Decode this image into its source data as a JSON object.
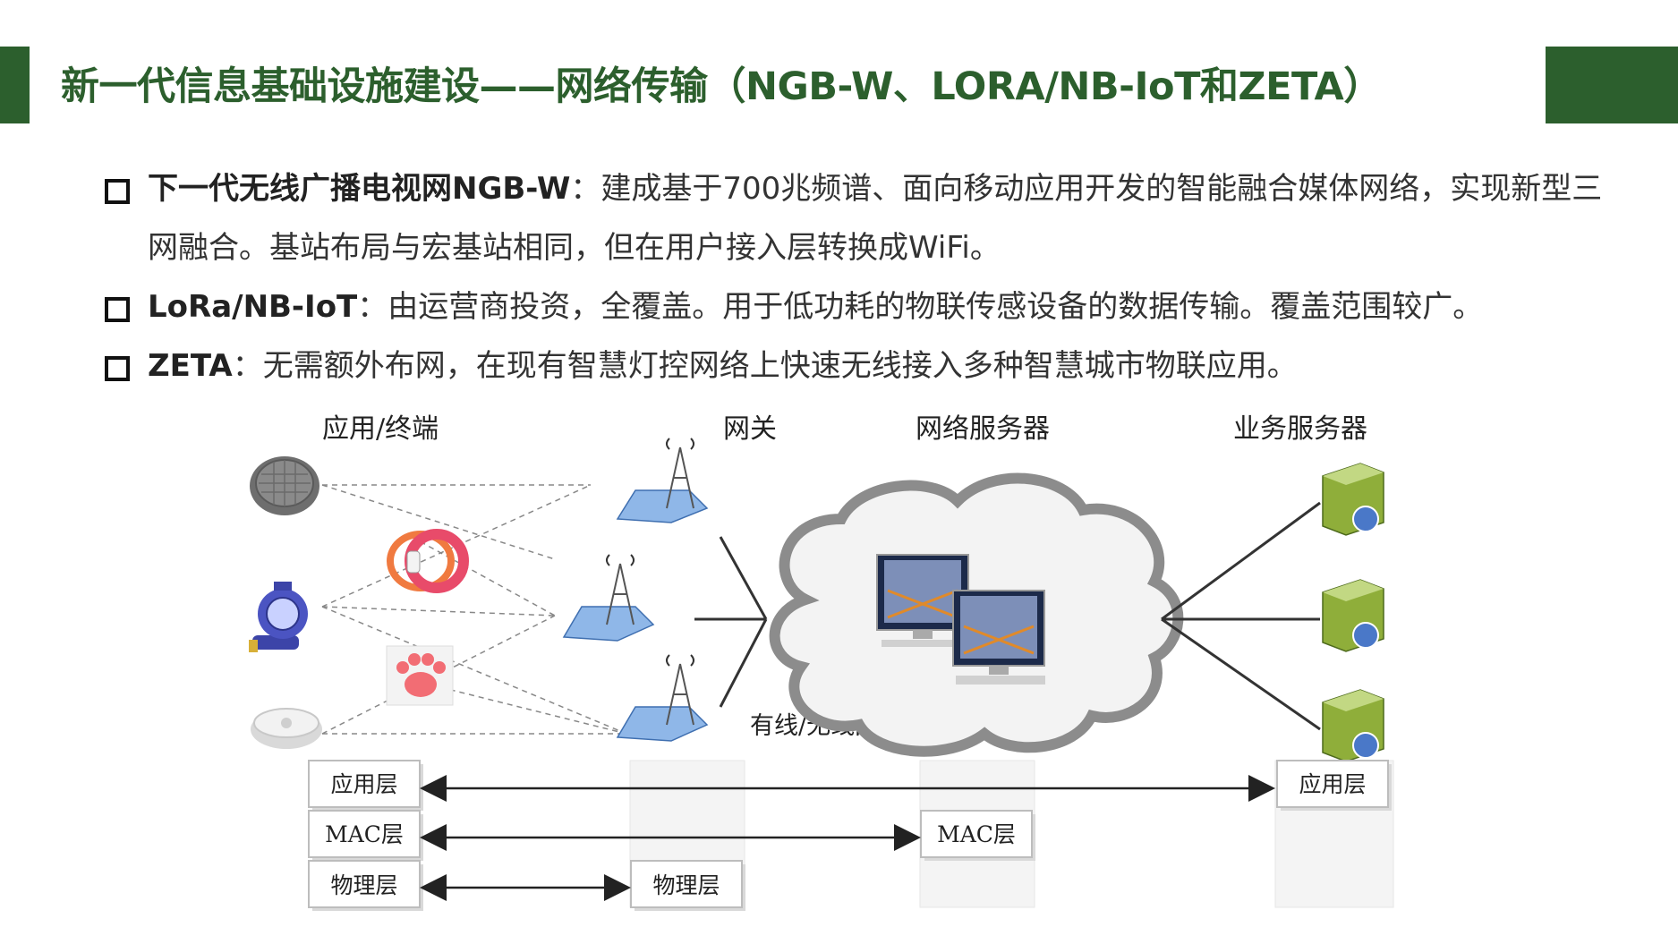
{
  "title": "新一代信息基础设施建设——网络传输（NGB-W、LORA/NB-IoT和ZETA）",
  "bullets": [
    {
      "term": "下一代无线广播电视网NGB-W",
      "sep": "：",
      "text": "建成基于700兆频谱、面向移动应用开发的智能融合媒体网络，实现新型三网融合。基站布局与宏基站相同，但在用户接入层转换成WiFi。"
    },
    {
      "term": "LoRa/NB-IoT",
      "sep": "：",
      "text": "由运营商投资，全覆盖。用于低功耗的物联传感设备的数据传输。覆盖范围较广。"
    },
    {
      "term": "ZETA",
      "sep": "：",
      "text": "无需额外布网，在现有智慧灯控网络上快速无线接入多种智慧城市物联应用。"
    }
  ],
  "diagram": {
    "col_labels": [
      "应用/终端",
      "网关",
      "网络服务器",
      "业务服务器"
    ],
    "backhaul_label": "有线/无线回传",
    "layers": {
      "app": "应用层",
      "mac": "MAC层",
      "phy": "物理层",
      "gateway_phy": "物理层",
      "ns_mac": "MAC层",
      "as_app": "应用层"
    },
    "colors": {
      "accent": "#2c5f2d",
      "server": "#8fae3a",
      "gateway": "#8fb7e8"
    }
  }
}
